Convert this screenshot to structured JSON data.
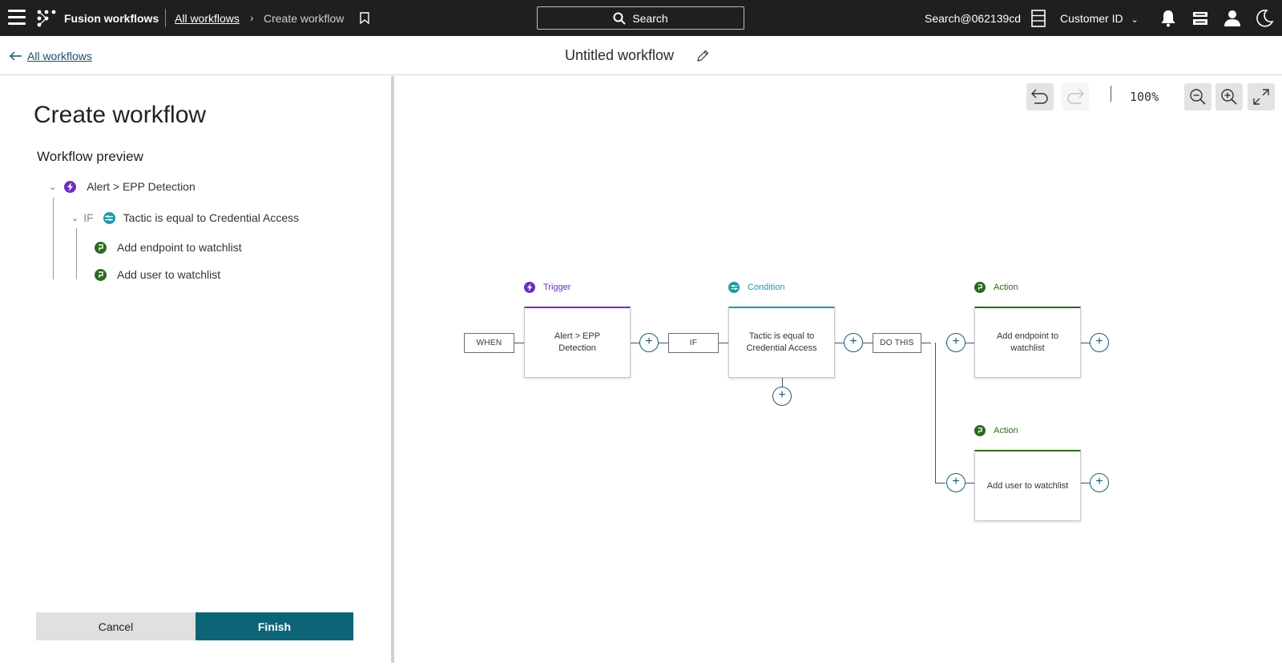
{
  "topbar": {
    "app_name": "Fusion workflows",
    "breadcrumb_link": "All workflows",
    "breadcrumb_current": "Create workflow",
    "search_label": "Search",
    "user": "Search@062139cd",
    "customer_label": "Customer ID"
  },
  "subheader": {
    "back_label": "All workflows",
    "workflow_title": "Untitled workflow"
  },
  "left": {
    "heading": "Create workflow",
    "preview_heading": "Workflow preview",
    "tree": {
      "trigger": "Alert > EPP Detection",
      "if_label": "IF",
      "condition": "Tactic is equal to Credential Access",
      "actions": [
        "Add endpoint to watchlist",
        "Add user to watchlist"
      ]
    },
    "cancel_label": "Cancel",
    "finish_label": "Finish"
  },
  "canvas": {
    "zoom": "100%",
    "pills": {
      "when": "WHEN",
      "if": "IF",
      "do_this": "DO THIS"
    },
    "trigger": {
      "type": "Trigger",
      "text": "Alert > EPP Detection"
    },
    "condition": {
      "type": "Condition",
      "text": "Tactic is equal to Credential Access"
    },
    "action1": {
      "type": "Action",
      "text": "Add endpoint to watchlist"
    },
    "action2": {
      "type": "Action",
      "text": "Add user to watchlist"
    },
    "plus_symbol": "+"
  },
  "colors": {
    "trigger": "#6a2fbd",
    "condition": "#1a9aa8",
    "action": "#2d6a1e",
    "finish": "#0e6477",
    "topbar": "#1f1f1f"
  },
  "icons": [
    "menu-icon",
    "app-logo-icon",
    "bookmark-icon",
    "search-icon",
    "server-icon",
    "bell-icon",
    "feed-icon",
    "user-icon",
    "moon-icon",
    "undo-icon",
    "redo-icon",
    "zoom-out-icon",
    "zoom-in-icon",
    "expand-icon",
    "pencil-icon",
    "arrow-left-icon",
    "lightning-icon",
    "condition-icon",
    "action-icon"
  ]
}
